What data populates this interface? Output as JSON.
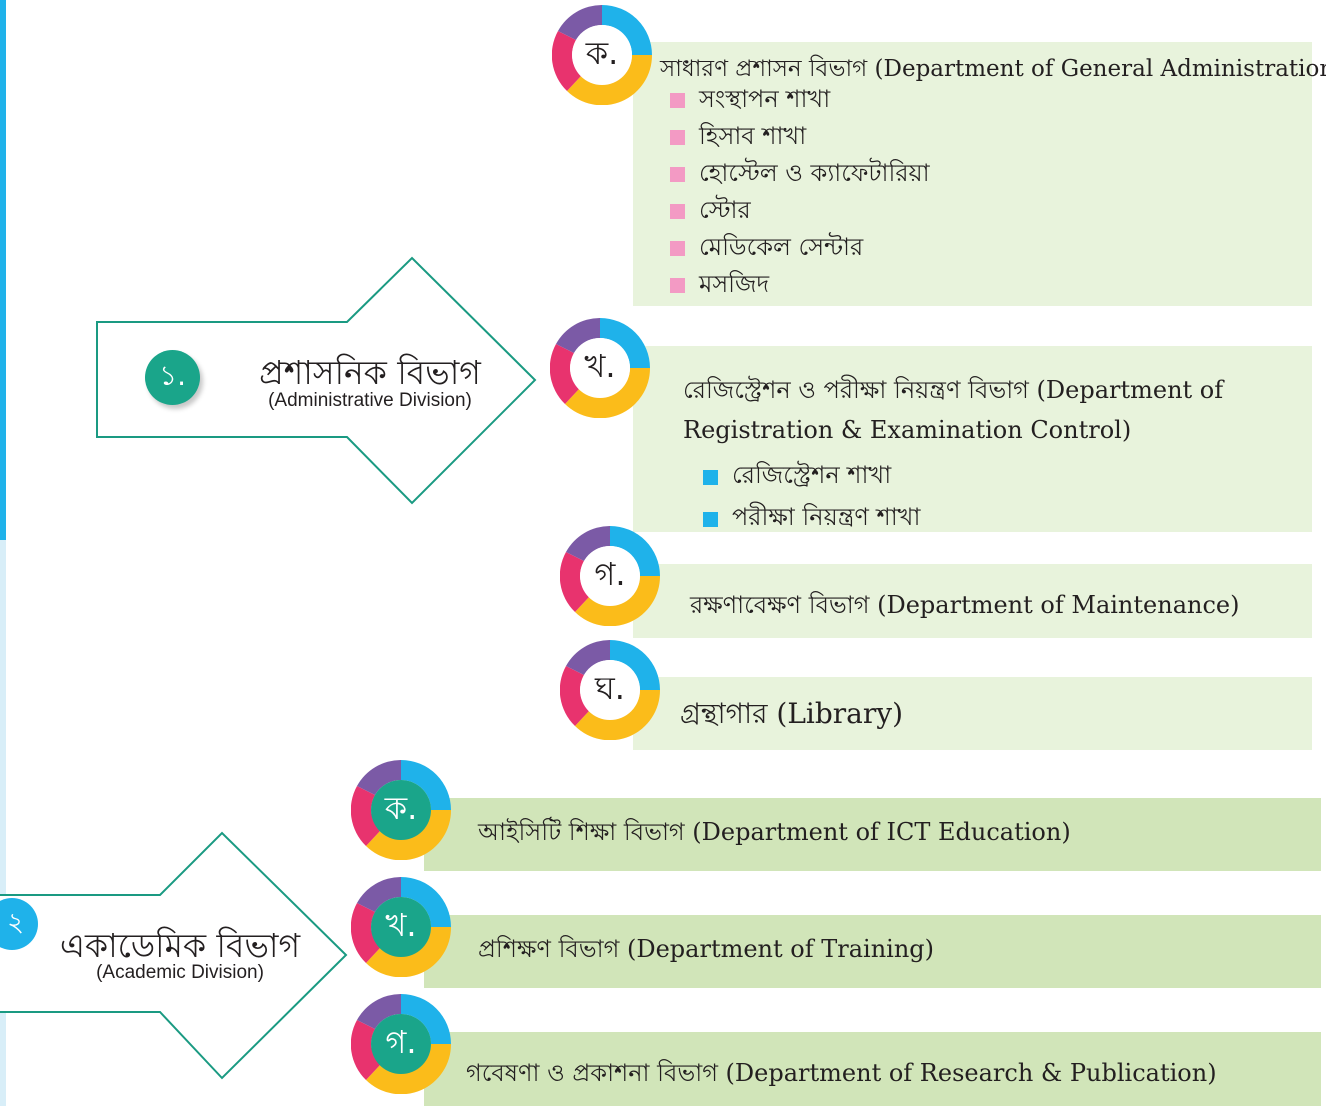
{
  "divisions": [
    {
      "number": "১.",
      "title": "প্রশাসনিক বিভাগ",
      "subtitle": "(Administrative Division)"
    },
    {
      "number": "২",
      "title": "একাডেমিক বিভাগ",
      "subtitle": "(Academic Division)"
    }
  ],
  "administrative": [
    {
      "letter": "ক.",
      "title": "সাধারণ প্রশাসন বিভাগ (Department of General Administration)",
      "branches": [
        "সংস্থাপন শাখা",
        "হিসাব শাখা",
        "হোস্টেল ও ক্যাফেটারিয়া",
        "স্টোর",
        "মেডিকেল সেন্টার",
        "মসজিদ"
      ]
    },
    {
      "letter": "খ.",
      "title_line1": "রেজিস্ট্রেশন ও পরীক্ষা নিয়ন্ত্রণ বিভাগ (Department of",
      "title_line2": "Registration & Examination Control)",
      "branches": [
        "রেজিস্ট্রেশন শাখা",
        "পরীক্ষা নিয়ন্ত্রণ শাখা"
      ]
    },
    {
      "letter": "গ.",
      "title": "রক্ষণাবেক্ষণ বিভাগ (Department of Maintenance)"
    },
    {
      "letter": "ঘ.",
      "title": "গ্রন্থাগার  (Library)"
    }
  ],
  "academic": [
    {
      "letter": "ক.",
      "title": "আইসিটি শিক্ষা বিভাগ (Department of ICT Education)"
    },
    {
      "letter": "খ.",
      "title": "প্রশিক্ষণ বিভাগ (Department of Training)"
    },
    {
      "letter": "গ.",
      "title": "গবেষণা ও প্রকাশনা বিভাগ (Department of Research & Publication)"
    }
  ],
  "colors": {
    "ring_blue": "#1fb2ea",
    "ring_yellow": "#fbbc1a",
    "ring_pink": "#e8336e",
    "ring_purple": "#7b5aa6",
    "teal": "#1aa58a",
    "arrow_outline": "#1a9a82",
    "panel_light": "#e8f3dc",
    "panel_dark": "#d1e5b9",
    "bullet_pink": "#f39ac4",
    "bullet_blue": "#1fb2ea"
  },
  "icons": [
    "donut-badge-icon",
    "square-bullet-icon",
    "number-circle-icon"
  ]
}
